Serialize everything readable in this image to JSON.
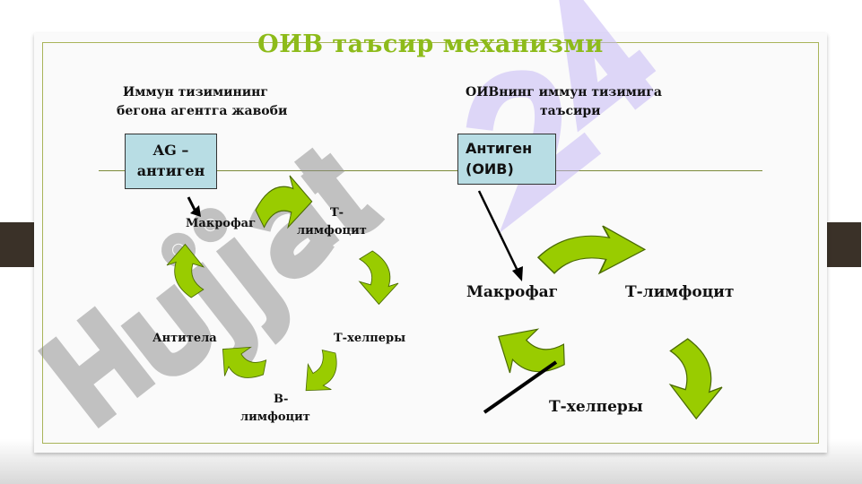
{
  "title": "ОИВ таъсир механизми",
  "left_panel": {
    "heading_line1": "Иммун тизимининг",
    "heading_line2": "бегона агентга жавоби",
    "box_line1": "AG –",
    "box_line2": "антиген",
    "cycle": {
      "macrophage": "Макрофаг",
      "t_lymph_line1": "Т-",
      "t_lymph_line2": "лимфоцит",
      "t_helpers": "Т-хелперы",
      "b_lymph_line1": "В-",
      "b_lymph_line2": "лимфоцит",
      "antibodies": "Антитела"
    }
  },
  "right_panel": {
    "heading_line1": "ОИВнинг иммун тизимига",
    "heading_line2": "таъсири",
    "box_line1": "Антиген",
    "box_line2": "(ОИВ)",
    "macrophage": "Макрофаг",
    "t_lymph": "Т-лимфоцит",
    "t_helpers": "Т-хелперы"
  },
  "watermark": "Hujjat24",
  "colors": {
    "title": "#8dbb1a",
    "arrow": "#99cc00",
    "box": "#b8dde4",
    "tab": "#3a3128"
  }
}
